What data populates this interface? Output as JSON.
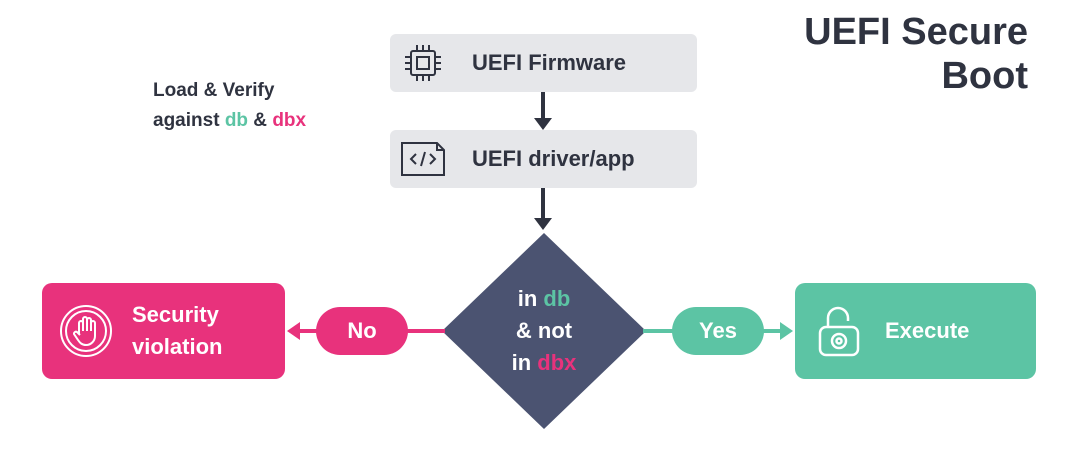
{
  "title": {
    "line1": "UEFI Secure",
    "line2": "Boot"
  },
  "note": {
    "line1": "Load & Verify",
    "against": "against ",
    "db": "db",
    "amp": " & ",
    "dbx": "dbx"
  },
  "boxes": {
    "firmware": "UEFI Firmware",
    "driver": "UEFI driver/app"
  },
  "decision": {
    "in1": "in ",
    "db": "db",
    "and_not": "& not",
    "in2": "in ",
    "dbx": "dbx"
  },
  "branches": {
    "no": "No",
    "yes": "Yes"
  },
  "results": {
    "violation_line1": "Security",
    "violation_line2": "violation",
    "execute": "Execute"
  },
  "colors": {
    "dark": "#2f3340",
    "diamond": "#4b5371",
    "green": "#5cc4a4",
    "pink": "#e8327c",
    "box": "#e6e7ea"
  },
  "icons": {
    "firmware": "chip-icon",
    "driver": "code-file-icon",
    "violation": "stop-hand-icon",
    "execute": "unlocked-padlock-icon"
  }
}
